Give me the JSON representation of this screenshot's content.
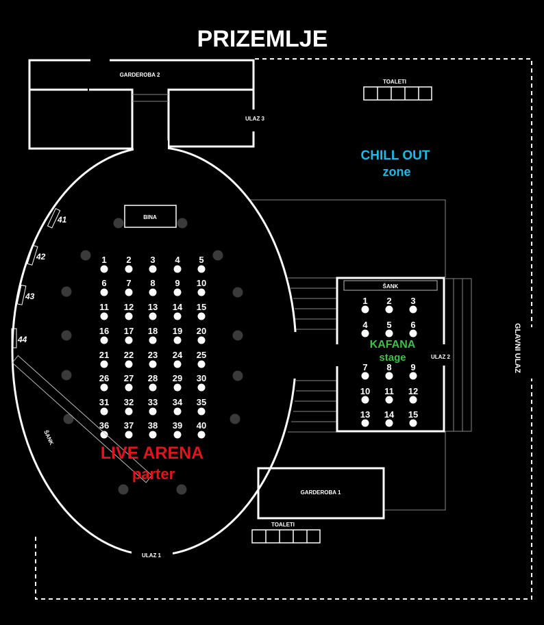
{
  "title": "PRIZEMLJE",
  "rooms": {
    "garderoba2": "GARDEROBA 2",
    "garderoba1": "GARDEROBA 1",
    "toaleti_top": "TOALETI",
    "toaleti_bottom": "TOALETI",
    "ulaz1": "ULAZ 1",
    "ulaz2": "ULAZ 2",
    "ulaz3": "ULAZ 3",
    "glavni_ulaz": "GLAVNI ULAZ",
    "bina": "BINA",
    "sank_arena": "ŠANK",
    "sank_kafana": "ŠANK"
  },
  "zones": {
    "chill_out": {
      "line1": "CHILL OUT",
      "line2": "zone",
      "color": "#22b8e6"
    },
    "live_arena": {
      "line1": "LIVE ARENA",
      "line2": "parter",
      "color": "#e0141b"
    },
    "kafana": {
      "line1": "KAFANA",
      "line2": "stage",
      "color": "#3fbf4a"
    }
  },
  "arena_tables": [
    "1",
    "2",
    "3",
    "4",
    "5",
    "6",
    "7",
    "8",
    "9",
    "10",
    "11",
    "12",
    "13",
    "14",
    "15",
    "16",
    "17",
    "18",
    "19",
    "20",
    "21",
    "22",
    "23",
    "24",
    "25",
    "26",
    "27",
    "28",
    "29",
    "30",
    "31",
    "32",
    "33",
    "34",
    "35",
    "36",
    "37",
    "38",
    "39",
    "40"
  ],
  "side_tables": [
    "41",
    "42",
    "43",
    "44"
  ],
  "kafana_tables": [
    "1",
    "2",
    "3",
    "4",
    "5",
    "6",
    "7",
    "8",
    "9",
    "10",
    "11",
    "12",
    "13",
    "14",
    "15"
  ]
}
